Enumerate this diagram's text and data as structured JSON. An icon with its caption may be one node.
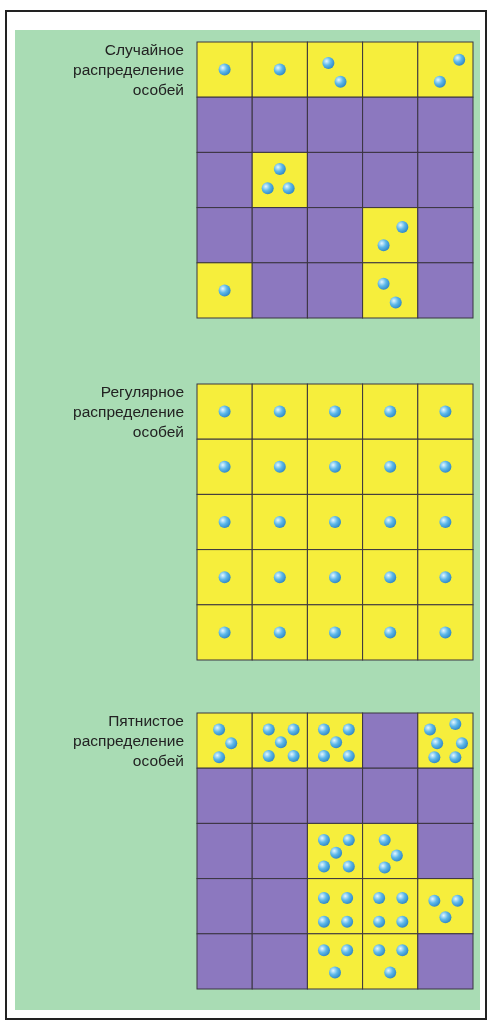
{
  "diagram": {
    "labels": [
      "Случайное распределение особей",
      "Регулярное распределение особей",
      "Пятнистое распределение особей"
    ]
  }
}
